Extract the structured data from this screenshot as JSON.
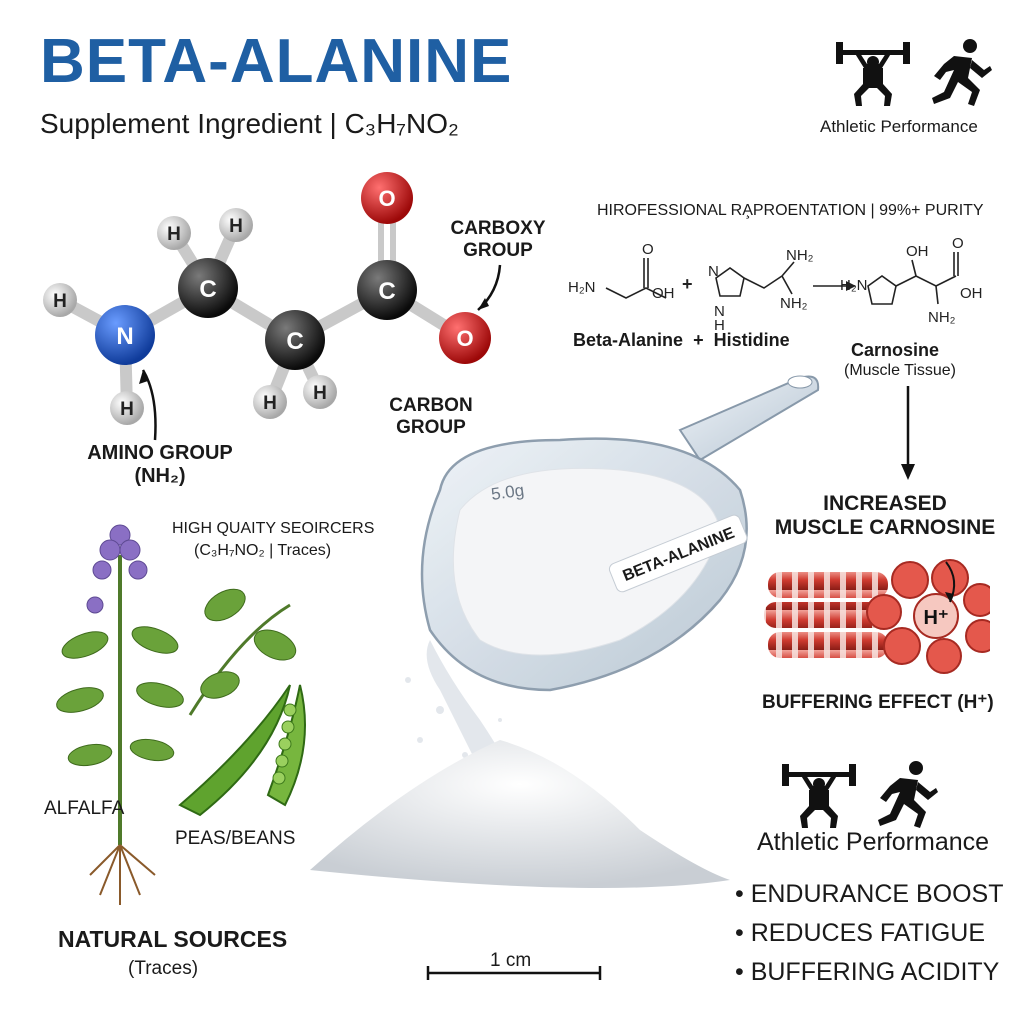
{
  "header": {
    "title": "BETA-ALANINE",
    "subtitle": "Supplement Ingredient | C₃H₇NO₂",
    "top_icons_caption": "Athletic Performance"
  },
  "molecule": {
    "atoms": [
      "H",
      "H",
      "H",
      "N",
      "H",
      "C",
      "C",
      "C",
      "H",
      "H",
      "O",
      "O"
    ],
    "carboxy_label": [
      "CARBOXY",
      "GROUP"
    ],
    "carbon_label": [
      "CARBON",
      "GROUP"
    ],
    "amino_label": [
      "AMINO GROUP",
      "(NH₂)"
    ]
  },
  "reaction": {
    "header": "HIROFESSIONAL RA̧PROENTATION | 99%+ PURITY",
    "beta_alanine_label": "Beta-Alanine",
    "plus": "+",
    "histidine_label": "Histidine",
    "carnosine_label": "Carnosine",
    "carnosine_sub": "(Muscle Tissue)",
    "chem_text": {
      "h2n": "H₂N",
      "oh": "OH",
      "o": "O",
      "nh2": "NH₂",
      "n": "N",
      "h": "H",
      "h2n_ring": "H₂N"
    }
  },
  "muscle": {
    "heading": [
      "INCREASED",
      "MUSCLE CARNOSINE"
    ],
    "h_label": "H⁺",
    "buffer_label": "BUFFERING EFFECT (H⁺)"
  },
  "scoop": {
    "measure": "5.0g",
    "label": "BETA-ALANINE"
  },
  "sources": {
    "heading": "HIGH QUAITY SEOIRCERS",
    "sub": "(C₃H₇NO₂ | Traces)",
    "alfalfa": "ALFALFA",
    "peas": "PEAS/BEANS",
    "natural": "NATURAL SOURCES",
    "traces": "(Traces)"
  },
  "scale": {
    "label": "1 cm"
  },
  "benefits": {
    "caption": "Athletic Performance",
    "items": [
      "• ENDURANCE BOOST",
      "• REDUCES FATIGUE",
      "• BUFFERING ACIDITY"
    ]
  },
  "colors": {
    "title": "#1f5fa3",
    "nitrogen": "#1f55c8",
    "oxygen": "#d41a1a",
    "carbon": "#1c1c1c",
    "hydrogen": "#d9d9d9",
    "muscle": "#d9453a"
  }
}
